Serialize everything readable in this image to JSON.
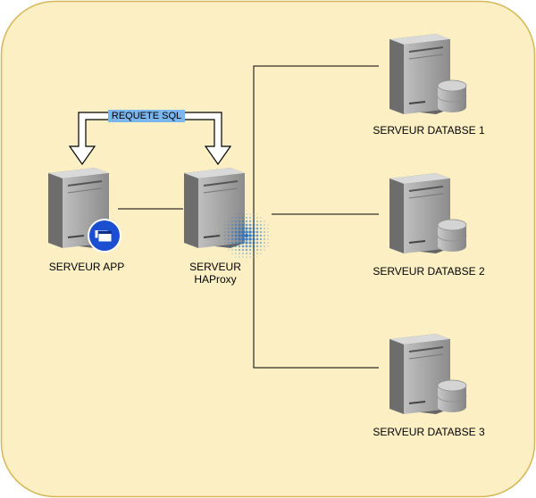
{
  "diagram": {
    "edge_label": "REQUETE SQL",
    "nodes": {
      "app": {
        "label": "SERVEUR APP"
      },
      "haproxy": {
        "label_line1": "SERVEUR",
        "label_line2": "HAProxy"
      },
      "db1": {
        "label": "SERVEUR DATABSE 1"
      },
      "db2": {
        "label": "SERVEUR DATABSE 2"
      },
      "db3": {
        "label": "SERVEUR DATABSE 3"
      }
    }
  },
  "colors": {
    "background_panel": "#fcefc4",
    "panel_border": "#d6b656",
    "server_body": "#9a9a9a",
    "app_badge": "#1c4fcf",
    "haproxy_dots": "#1e6fc4",
    "sql_label_bg": "#7ab6f0"
  },
  "icons": {
    "app_server": "server-icon",
    "app_badge": "windows-icon",
    "haproxy_server": "server-icon",
    "haproxy_logo": "dots-globe-icon",
    "db_servers": "database-server-icon"
  }
}
